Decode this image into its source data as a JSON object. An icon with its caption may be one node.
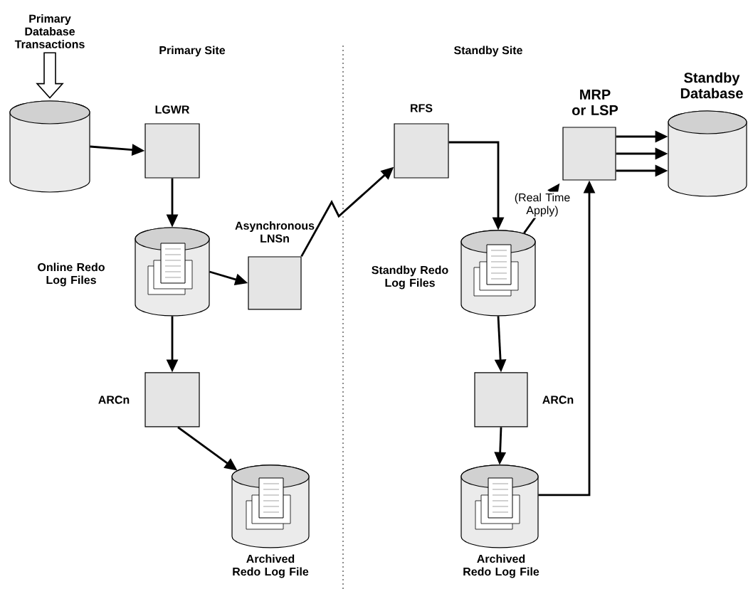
{
  "diagram": {
    "nodes": [
      {
        "text": [
          "Primary Database Transactions"
        ]
      },
      {
        "text": [],
        "shape": "cylinder"
      },
      {
        "text": [
          "LGWR"
        ]
      },
      {
        "text": [
          "Online Redo Log Files"
        ]
      },
      {
        "text": [
          "Asynchronous LNSn"
        ]
      },
      {
        "text": [
          "ARCn"
        ]
      },
      {
        "text": [
          "Archived Redo Log File"
        ]
      },
      {
        "text": [
          "RFS"
        ]
      },
      {
        "text": [
          "Standby Redo Log Files"
        ]
      },
      {
        "text": [
          "ARCn"
        ]
      },
      {
        "text": [
          "Archived Redo Log File"
        ]
      },
      {
        "text": [
          "MRP or LSP"
        ]
      },
      {
        "text": [
          "Standby Database"
        ]
      }
    ],
    "edges": [
      {
        "from": 0,
        "to": 1,
        "arrow": "to"
      },
      {
        "from": 1,
        "to": 2,
        "arrow": "to"
      },
      {
        "from": 2,
        "to": 3,
        "arrow": "to"
      },
      {
        "from": 3,
        "to": 4,
        "arrow": "to"
      },
      {
        "from": 3,
        "to": 5,
        "arrow": "to"
      },
      {
        "from": 5,
        "to": 6,
        "arrow": "to"
      },
      {
        "from": 4,
        "to": 7,
        "arrow": "to"
      },
      {
        "from": 7,
        "to": 8,
        "arrow": "to"
      },
      {
        "from": 8,
        "to": 11,
        "arrow": "to",
        "label": "(Real Time Apply)"
      },
      {
        "from": 8,
        "to": 9,
        "arrow": "to"
      },
      {
        "from": 9,
        "to": 10,
        "arrow": "to"
      },
      {
        "from": 10,
        "to": 11,
        "arrow": "to"
      },
      {
        "from": 11,
        "to": 12,
        "arrow": "to"
      },
      {
        "from": 11,
        "to": 12,
        "arrow": "to"
      },
      {
        "from": 11,
        "to": 12,
        "arrow": "to"
      }
    ],
    "labels": [
      "Primary Site",
      "Standby Site"
    ]
  }
}
